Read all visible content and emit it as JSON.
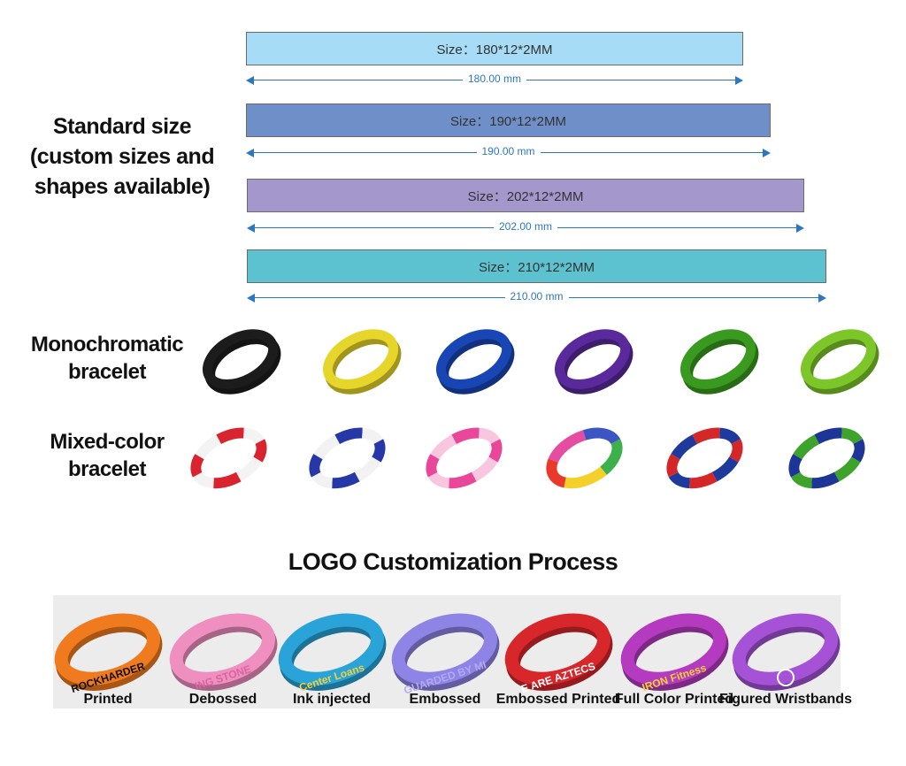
{
  "standard": {
    "label_lines": [
      "Standard size",
      "(custom sizes and",
      "shapes available)"
    ],
    "bars": [
      {
        "label": "Size：180*12*2MM",
        "dimension": "180.00 mm",
        "color": "#a6dcf6"
      },
      {
        "label": "Size：190*12*2MM",
        "dimension": "190.00 mm",
        "color": "#6f8fc8"
      },
      {
        "label": "Size：202*12*2MM",
        "dimension": "202.00 mm",
        "color": "#a397cb"
      },
      {
        "label": "Size：210*12*2MM",
        "dimension": "210.00 mm",
        "color": "#5dc2cf"
      }
    ]
  },
  "monochromatic": {
    "label_lines": [
      "Monochromatic",
      "bracelet"
    ],
    "colors": [
      "#1c1c1c",
      "#e6d52a",
      "#1846b5",
      "#5a2a9c",
      "#3a9a1f",
      "#7cc62a"
    ]
  },
  "mixed": {
    "label_lines": [
      "Mixed-color",
      "bracelet"
    ],
    "bands": [
      {
        "colors": [
          "#d8242e",
          "#f3f3f3"
        ]
      },
      {
        "colors": [
          "#2638a8",
          "#f2f2f2"
        ]
      },
      {
        "colors": [
          "#e8479a",
          "#f9c6df"
        ]
      },
      {
        "colors": [
          "#3db04b",
          "#f6d02a",
          "#e8392a",
          "#e44da0",
          "#3c55c2"
        ]
      },
      {
        "colors": [
          "#d42828",
          "#1e3a9c"
        ]
      },
      {
        "colors": [
          "#1d3596",
          "#3da32a"
        ]
      }
    ]
  },
  "logo_section": {
    "title": "LOGO Customization Process",
    "items": [
      {
        "label": "Printed",
        "band_color": "#f07a1e",
        "band_text": "ROCKHARDER",
        "text_color": "#111111"
      },
      {
        "label": "Debossed",
        "band_color": "#ee8fc0",
        "band_text": "ING STONE",
        "text_color": "#d9649f"
      },
      {
        "label": "Ink injected",
        "band_color": "#2aa3d8",
        "band_text": "Center Loans",
        "text_color": "#f4d03a"
      },
      {
        "label": "Embossed",
        "band_color": "#8e84e6",
        "band_text": "GUARDED BY MI",
        "text_color": "#b2a9f3"
      },
      {
        "label": "Embossed Printed",
        "band_color": "#d8272b",
        "band_text": "E ARE AZTECS",
        "text_color": "#ffffff"
      },
      {
        "label": "Full Color Printed",
        "band_color": "#b43ac0",
        "band_text": "IRON Fitness",
        "text_color": "#f5d12e"
      },
      {
        "label": "Figured Wristbands",
        "band_color": "#a552d6",
        "band_text": "",
        "text_color": "#ffffff"
      }
    ]
  }
}
